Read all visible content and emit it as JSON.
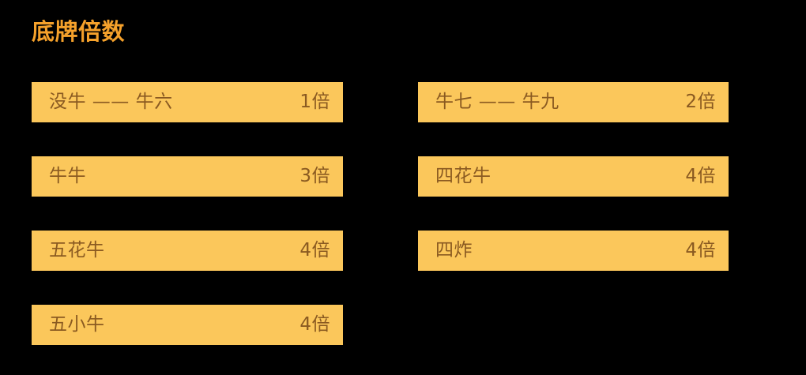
{
  "panel": {
    "title": "底牌倍数",
    "title_color": "#F5A12B",
    "background_color": "#000000",
    "row_background_color": "#FBC75B",
    "row_text_color": "#8A5A21"
  },
  "columns": [
    {
      "id": "left",
      "rows": [
        {
          "name": "没牛 —— 牛六",
          "value": "1倍"
        },
        {
          "name": "牛牛",
          "value": "3倍"
        },
        {
          "name": "五花牛",
          "value": "4倍"
        },
        {
          "name": "五小牛",
          "value": "4倍"
        }
      ]
    },
    {
      "id": "right",
      "rows": [
        {
          "name": "牛七 —— 牛九",
          "value": "2倍"
        },
        {
          "name": "四花牛",
          "value": "4倍"
        },
        {
          "name": "四炸",
          "value": "4倍"
        }
      ]
    }
  ]
}
